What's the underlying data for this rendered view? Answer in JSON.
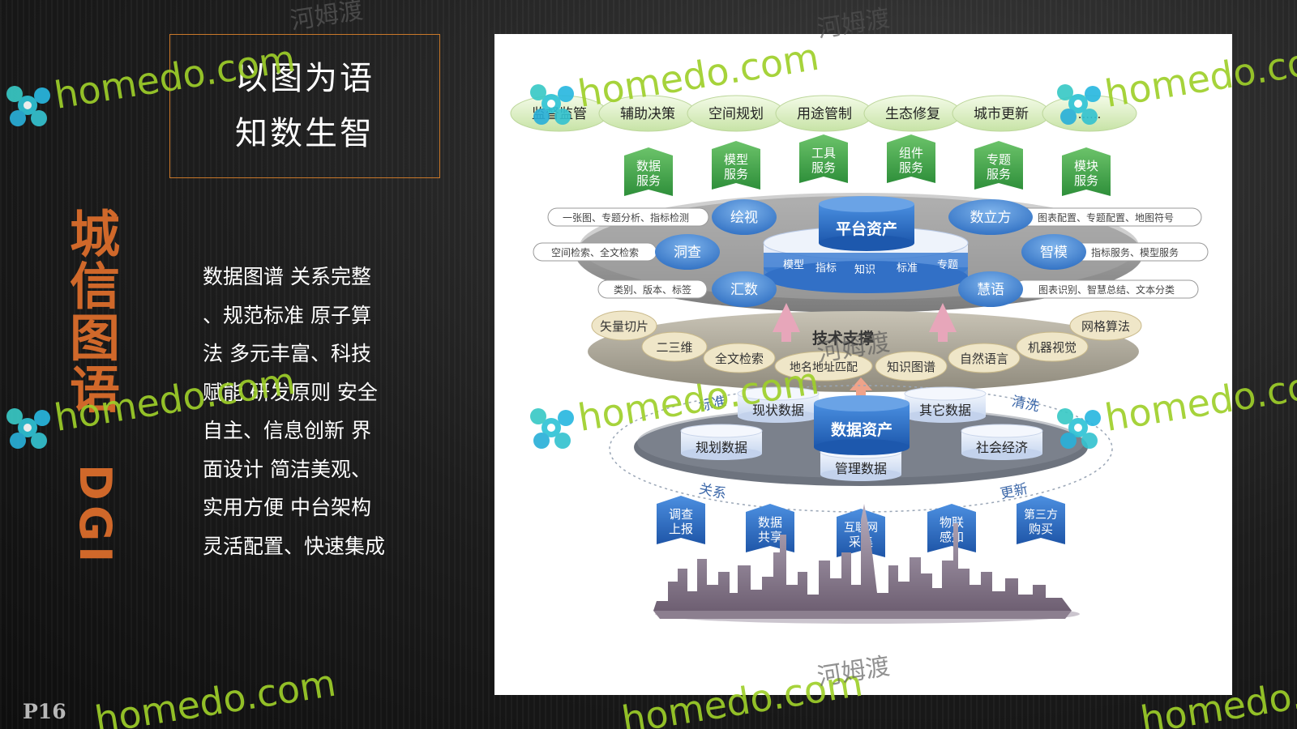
{
  "slide": {
    "title_line1": "以图为语",
    "title_line2": "知数生智",
    "vertical_title_chars": [
      "城",
      "信",
      "图",
      "语"
    ],
    "vertical_title_latin": "DGI",
    "description_lines": [
      "数据图谱 关系完整",
      "、规范标准 原子算",
      "法 多元丰富、科技",
      "赋能 研发原则 安全",
      "自主、信息创新 界",
      "面设计 简洁美观、",
      "实用方便 中台架构",
      "灵活配置、快速集成"
    ],
    "page_number": "P16",
    "accent_color": "#d0682a",
    "border_color": "#c9782a"
  },
  "watermark": {
    "brand": "homedo.com",
    "cn": "河姆渡"
  },
  "diagram": {
    "top_scenarios": [
      "监督监管",
      "辅助决策",
      "空间规划",
      "用途管制",
      "生态修复",
      "城市更新",
      "......"
    ],
    "services": [
      {
        "line1": "数据",
        "line2": "服务"
      },
      {
        "line1": "模型",
        "line2": "服务"
      },
      {
        "line1": "工具",
        "line2": "服务"
      },
      {
        "line1": "组件",
        "line2": "服务"
      },
      {
        "line1": "专题",
        "line2": "服务"
      },
      {
        "line1": "模块",
        "line2": "服务"
      }
    ],
    "platform_asset": "平台资产",
    "platform_items": [
      "模型",
      "指标",
      "知识",
      "标准",
      "专题"
    ],
    "functions_left": [
      "绘视",
      "洞查",
      "汇数"
    ],
    "functions_right": [
      "数立方",
      "智模",
      "慧语"
    ],
    "function_notes_left": [
      "一张图、专题分析、指标检测",
      "空间检索、全文检索",
      "类别、版本、标签"
    ],
    "function_notes_right": [
      "图表配置、专题配置、地图符号",
      "指标服务、模型服务",
      "图表识别、智慧总结、文本分类"
    ],
    "tech_support": "技术支撑",
    "tech_items": [
      "矢量切片",
      "二三维",
      "全文检索",
      "地名地址匹配",
      "知识图谱",
      "自然语言",
      "机器视觉",
      "网格算法"
    ],
    "data_asset": "数据资产",
    "data_items": [
      "现状数据",
      "其它数据",
      "规划数据",
      "社会经济",
      "管理数据"
    ],
    "cycle_labels": [
      "标准",
      "清洗",
      "关系",
      "更新"
    ],
    "sources": [
      {
        "line1": "调查",
        "line2": "上报"
      },
      {
        "line1": "数据",
        "line2": "共享"
      },
      {
        "line1": "互联网",
        "line2": "采集"
      },
      {
        "line1": "物联",
        "line2": "感知"
      },
      {
        "line1": "第三方",
        "line2": "购买"
      }
    ],
    "colors": {
      "green_banner": "#4caf50",
      "blue_ellipse": "#3f86cf",
      "blue_cylinder": "#2f6fc2",
      "light_cylinder": "#dfe8f7",
      "grey_disc": "#8d8d8d",
      "beige": "#efe6c8",
      "pink_arrow": "#e58aa0"
    }
  }
}
